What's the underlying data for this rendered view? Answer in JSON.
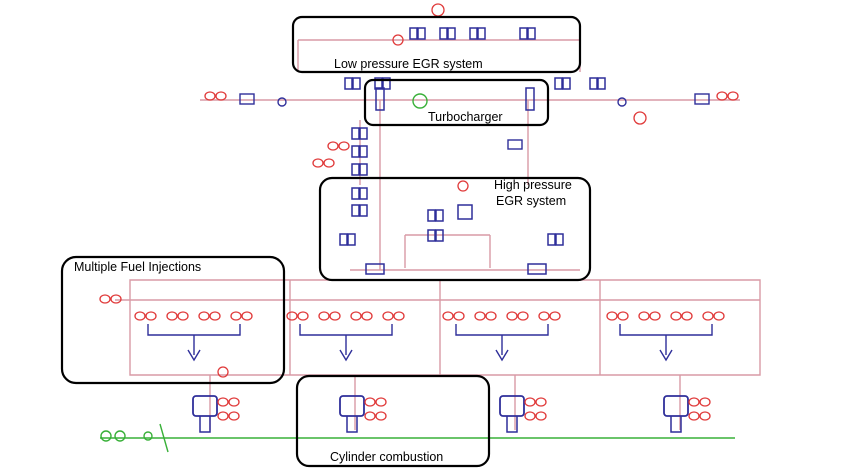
{
  "diagram": {
    "regions": [
      {
        "id": "low-pressure-egr",
        "label": "Low pressure EGR system"
      },
      {
        "id": "turbocharger",
        "label": "Turbocharger"
      },
      {
        "id": "high-pressure-egr",
        "label_line1": "High pressure",
        "label_line2": "EGR system"
      },
      {
        "id": "multiple-fuel-injections",
        "label": "Multiple Fuel Injections"
      },
      {
        "id": "cylinder-combustion",
        "label": "Cylinder combustion"
      }
    ],
    "colors": {
      "pipe": "#d89aa6",
      "component": "#2f2f9a",
      "fuel": "#e03a3a",
      "crank": "#38b038",
      "frame": "#000000"
    },
    "cylinder_count": 4
  }
}
